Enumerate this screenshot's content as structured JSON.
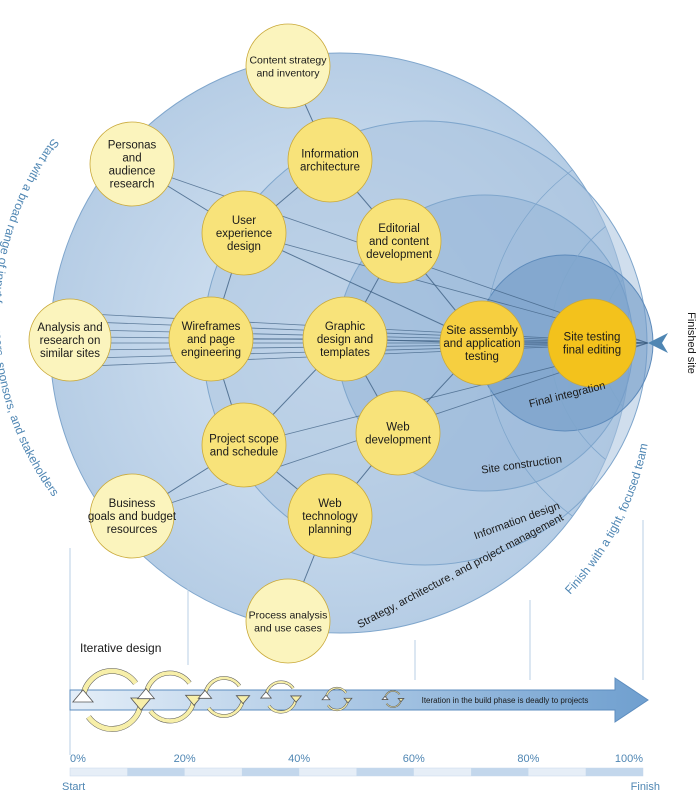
{
  "nodes": [
    {
      "id": "content-strategy",
      "label": [
        "Content strategy",
        "and inventory"
      ],
      "tone": "pale"
    },
    {
      "id": "personas",
      "label": [
        "Personas",
        "and",
        "audience",
        "research"
      ],
      "tone": "pale"
    },
    {
      "id": "information-architecture",
      "label": [
        "Information",
        "architecture"
      ],
      "tone": "mid"
    },
    {
      "id": "user-experience",
      "label": [
        "User",
        "experience",
        "design"
      ],
      "tone": "mid"
    },
    {
      "id": "editorial",
      "label": [
        "Editorial",
        "and content",
        "development"
      ],
      "tone": "mid"
    },
    {
      "id": "analysis",
      "label": [
        "Analysis and",
        "research on",
        "similar sites"
      ],
      "tone": "pale"
    },
    {
      "id": "wireframes",
      "label": [
        "Wireframes",
        "and page",
        "engineering"
      ],
      "tone": "mid"
    },
    {
      "id": "graphic-design",
      "label": [
        "Graphic",
        "design and",
        "templates"
      ],
      "tone": "mid"
    },
    {
      "id": "site-assembly",
      "label": [
        "Site assembly",
        "and application",
        "testing"
      ],
      "tone": "strong"
    },
    {
      "id": "site-testing",
      "label": [
        "Site testing",
        "final editing"
      ],
      "tone": "strongest"
    },
    {
      "id": "project-scope",
      "label": [
        "Project scope",
        "and schedule"
      ],
      "tone": "mid"
    },
    {
      "id": "web-development",
      "label": [
        "Web",
        "development"
      ],
      "tone": "mid"
    },
    {
      "id": "business-goals",
      "label": [
        "Business",
        "goals and budget",
        "resources"
      ],
      "tone": "pale"
    },
    {
      "id": "web-technology",
      "label": [
        "Web",
        "technology",
        "planning"
      ],
      "tone": "mid"
    },
    {
      "id": "process-analysis",
      "label": [
        "Process analysis",
        "and use cases"
      ],
      "tone": "pale"
    }
  ],
  "phases": [
    {
      "id": "final-integration",
      "label": "Final integration"
    },
    {
      "id": "site-construction",
      "label": "Site construction"
    },
    {
      "id": "information-design",
      "label": "Information design"
    },
    {
      "id": "strategy",
      "label": "Strategy, architecture, and project management"
    }
  ],
  "side_left": "Start with a broad range of input from users, sponsors, and stakeholders",
  "side_right": "Finish with a tight, focused team",
  "finished_site": "Finished site",
  "iterative_design": "Iterative design",
  "iteration_note": "Iteration in the build phase is deadly to projects",
  "timeline": {
    "ticks": [
      "0%",
      "20%",
      "40%",
      "60%",
      "80%",
      "100%"
    ],
    "start": "Start",
    "finish": "Finish"
  },
  "colors": {
    "ring": "#c7d9ec",
    "ring_stroke": "#6f9bc3",
    "accent_blue": "#4f86b3",
    "node_pale": "#fbf4bd",
    "node_mid": "#f8e37a",
    "node_strong": "#f6cf40",
    "node_strongest": "#f3c21c",
    "arrow": "#7ea9d3"
  }
}
